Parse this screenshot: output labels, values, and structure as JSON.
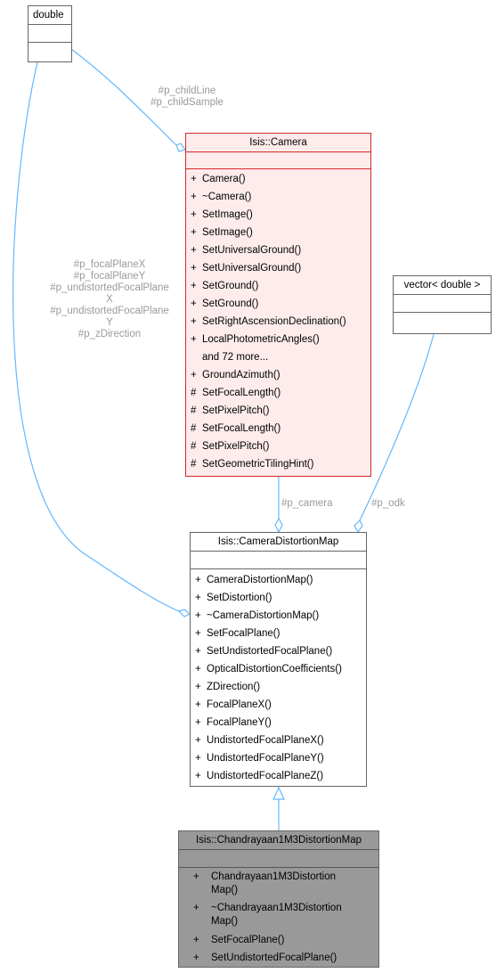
{
  "colors": {
    "edge": "#63b8ff",
    "label_text": "#9a9a9a",
    "camera_fill": "#fdeceb",
    "camera_border": "#d62728",
    "focus_fill": "#999999",
    "plain_border": "#666666"
  },
  "boxes": {
    "double": {
      "title": "double"
    },
    "vector": {
      "title": "vector< double >"
    },
    "camera": {
      "title": "Isis::Camera",
      "members": [
        {
          "vis": "+",
          "name": "Camera()"
        },
        {
          "vis": "+",
          "name": "~Camera()"
        },
        {
          "vis": "+",
          "name": "SetImage()"
        },
        {
          "vis": "+",
          "name": "SetImage()"
        },
        {
          "vis": "+",
          "name": "SetUniversalGround()"
        },
        {
          "vis": "+",
          "name": "SetUniversalGround()"
        },
        {
          "vis": "+",
          "name": "SetGround()"
        },
        {
          "vis": "+",
          "name": "SetGround()"
        },
        {
          "vis": "+",
          "name": "SetRightAscensionDeclination()"
        },
        {
          "vis": "+",
          "name": "LocalPhotometricAngles()"
        },
        {
          "vis": "",
          "name": "and 72 more..."
        },
        {
          "vis": "+",
          "name": "GroundAzimuth()"
        },
        {
          "vis": "#",
          "name": "SetFocalLength()"
        },
        {
          "vis": "#",
          "name": "SetPixelPitch()"
        },
        {
          "vis": "#",
          "name": "SetFocalLength()"
        },
        {
          "vis": "#",
          "name": "SetPixelPitch()"
        },
        {
          "vis": "#",
          "name": "SetGeometricTilingHint()"
        }
      ]
    },
    "distortion": {
      "title": "Isis::CameraDistortionMap",
      "members": [
        {
          "vis": "+",
          "name": "CameraDistortionMap()"
        },
        {
          "vis": "+",
          "name": "SetDistortion()"
        },
        {
          "vis": "+",
          "name": "~CameraDistortionMap()"
        },
        {
          "vis": "+",
          "name": "SetFocalPlane()"
        },
        {
          "vis": "+",
          "name": "SetUndistortedFocalPlane()"
        },
        {
          "vis": "+",
          "name": "OpticalDistortionCoefficients()"
        },
        {
          "vis": "+",
          "name": "ZDirection()"
        },
        {
          "vis": "+",
          "name": "FocalPlaneX()"
        },
        {
          "vis": "+",
          "name": "FocalPlaneY()"
        },
        {
          "vis": "+",
          "name": "UndistortedFocalPlaneX()"
        },
        {
          "vis": "+",
          "name": "UndistortedFocalPlaneY()"
        },
        {
          "vis": "+",
          "name": "UndistortedFocalPlaneZ()"
        }
      ]
    },
    "chandrayaan": {
      "title": "Isis::Chandrayaan1M3DistortionMap",
      "members": [
        {
          "vis": "+",
          "line1": "Chandrayaan1M3Distortion",
          "line2": "Map()"
        },
        {
          "vis": "+",
          "line1": "~Chandrayaan1M3Distortion",
          "line2": "Map()"
        },
        {
          "vis": "+",
          "line1": "SetFocalPlane()"
        },
        {
          "vis": "+",
          "line1": "SetUndistortedFocalPlane()"
        }
      ]
    }
  },
  "edge_labels": {
    "child": [
      "#p_childLine",
      "#p_childSample"
    ],
    "focal": [
      "#p_focalPlaneX",
      "#p_focalPlaneY",
      "#p_undistortedFocalPlane",
      "X",
      "#p_undistortedFocalPlane",
      "Y",
      "#p_zDirection"
    ],
    "camera": "#p_camera",
    "odk": "#p_odk"
  }
}
